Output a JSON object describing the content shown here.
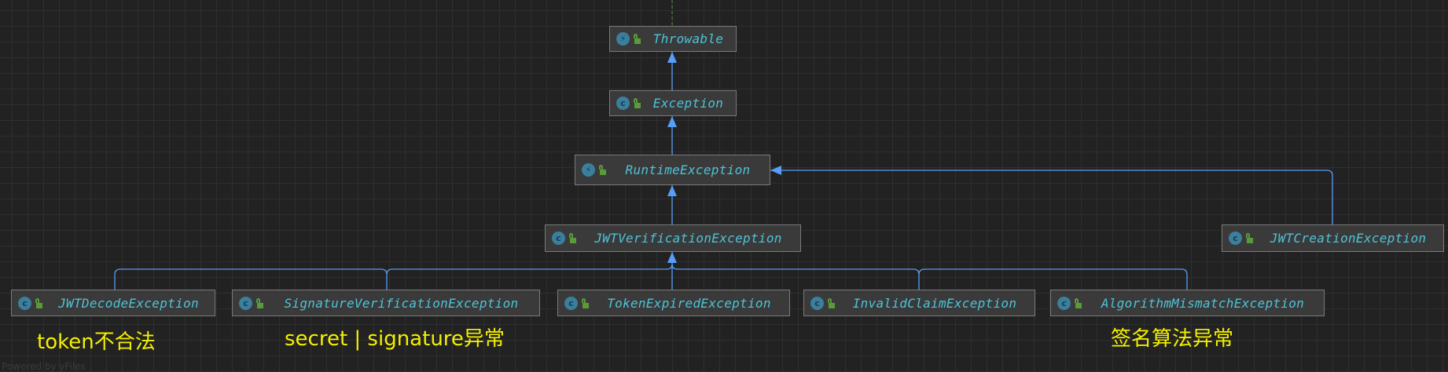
{
  "diagram": {
    "nodes": [
      {
        "id": "throwable",
        "name": "Throwable",
        "icon": "lightning-icon"
      },
      {
        "id": "exception",
        "name": "Exception",
        "icon": "class-icon"
      },
      {
        "id": "runtime",
        "name": "RuntimeException",
        "icon": "lightning-icon"
      },
      {
        "id": "jwtverification",
        "name": "JWTVerificationException",
        "icon": "class-icon"
      },
      {
        "id": "jwtcreation",
        "name": "JWTCreationException",
        "icon": "class-icon"
      },
      {
        "id": "jwtdecode",
        "name": "JWTDecodeException",
        "icon": "class-icon"
      },
      {
        "id": "signature",
        "name": "SignatureVerificationException",
        "icon": "class-icon"
      },
      {
        "id": "tokenexpired",
        "name": "TokenExpiredException",
        "icon": "class-icon"
      },
      {
        "id": "invalidclaim",
        "name": "InvalidClaimException",
        "icon": "class-icon"
      },
      {
        "id": "algorithm",
        "name": "AlgorithmMismatchException",
        "icon": "class-icon"
      }
    ],
    "edges": [
      {
        "from": "exception",
        "to": "throwable",
        "type": "extends"
      },
      {
        "from": "runtime",
        "to": "exception",
        "type": "extends"
      },
      {
        "from": "jwtverification",
        "to": "runtime",
        "type": "extends"
      },
      {
        "from": "jwtcreation",
        "to": "runtime",
        "type": "extends"
      },
      {
        "from": "jwtdecode",
        "to": "jwtverification",
        "type": "extends"
      },
      {
        "from": "signature",
        "to": "jwtverification",
        "type": "extends"
      },
      {
        "from": "tokenexpired",
        "to": "jwtverification",
        "type": "extends"
      },
      {
        "from": "invalidclaim",
        "to": "jwtverification",
        "type": "extends"
      },
      {
        "from": "algorithm",
        "to": "jwtverification",
        "type": "extends"
      }
    ],
    "annotations": [
      "token不合法",
      "secret | signature异常",
      "签名算法异常"
    ],
    "watermark": "Powered by yFiles",
    "colors": {
      "edge": "#589df6",
      "name": "#4ec3d8",
      "annotation": "#f5f000",
      "dashed": "#5a8a3a"
    }
  }
}
